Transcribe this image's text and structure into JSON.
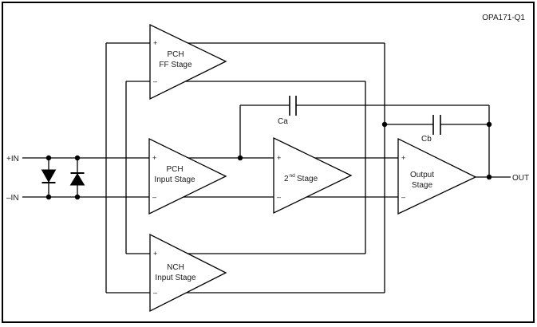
{
  "device": {
    "part_number": "OPA171-Q1"
  },
  "io": {
    "in_positive": "+IN",
    "in_negative": "–IN",
    "output": "OUT"
  },
  "capacitors": {
    "ca": "Ca",
    "cb": "Cb"
  },
  "ports": {
    "plus": "+",
    "minus": "–"
  },
  "stages": {
    "pch_ff": {
      "line1": "PCH",
      "line2": "FF Stage"
    },
    "pch_input": {
      "line1": "PCH",
      "line2": "Input Stage"
    },
    "nch_input": {
      "line1": "NCH",
      "line2": "Input Stage"
    },
    "second": {
      "digit": "2",
      "ordinal": "nd",
      "word": "Stage"
    },
    "output": {
      "line1": "Output",
      "line2": "Stage"
    }
  },
  "colors": {
    "wire": "#000000",
    "text": "#1a1a1a",
    "background": "#ffffff"
  }
}
